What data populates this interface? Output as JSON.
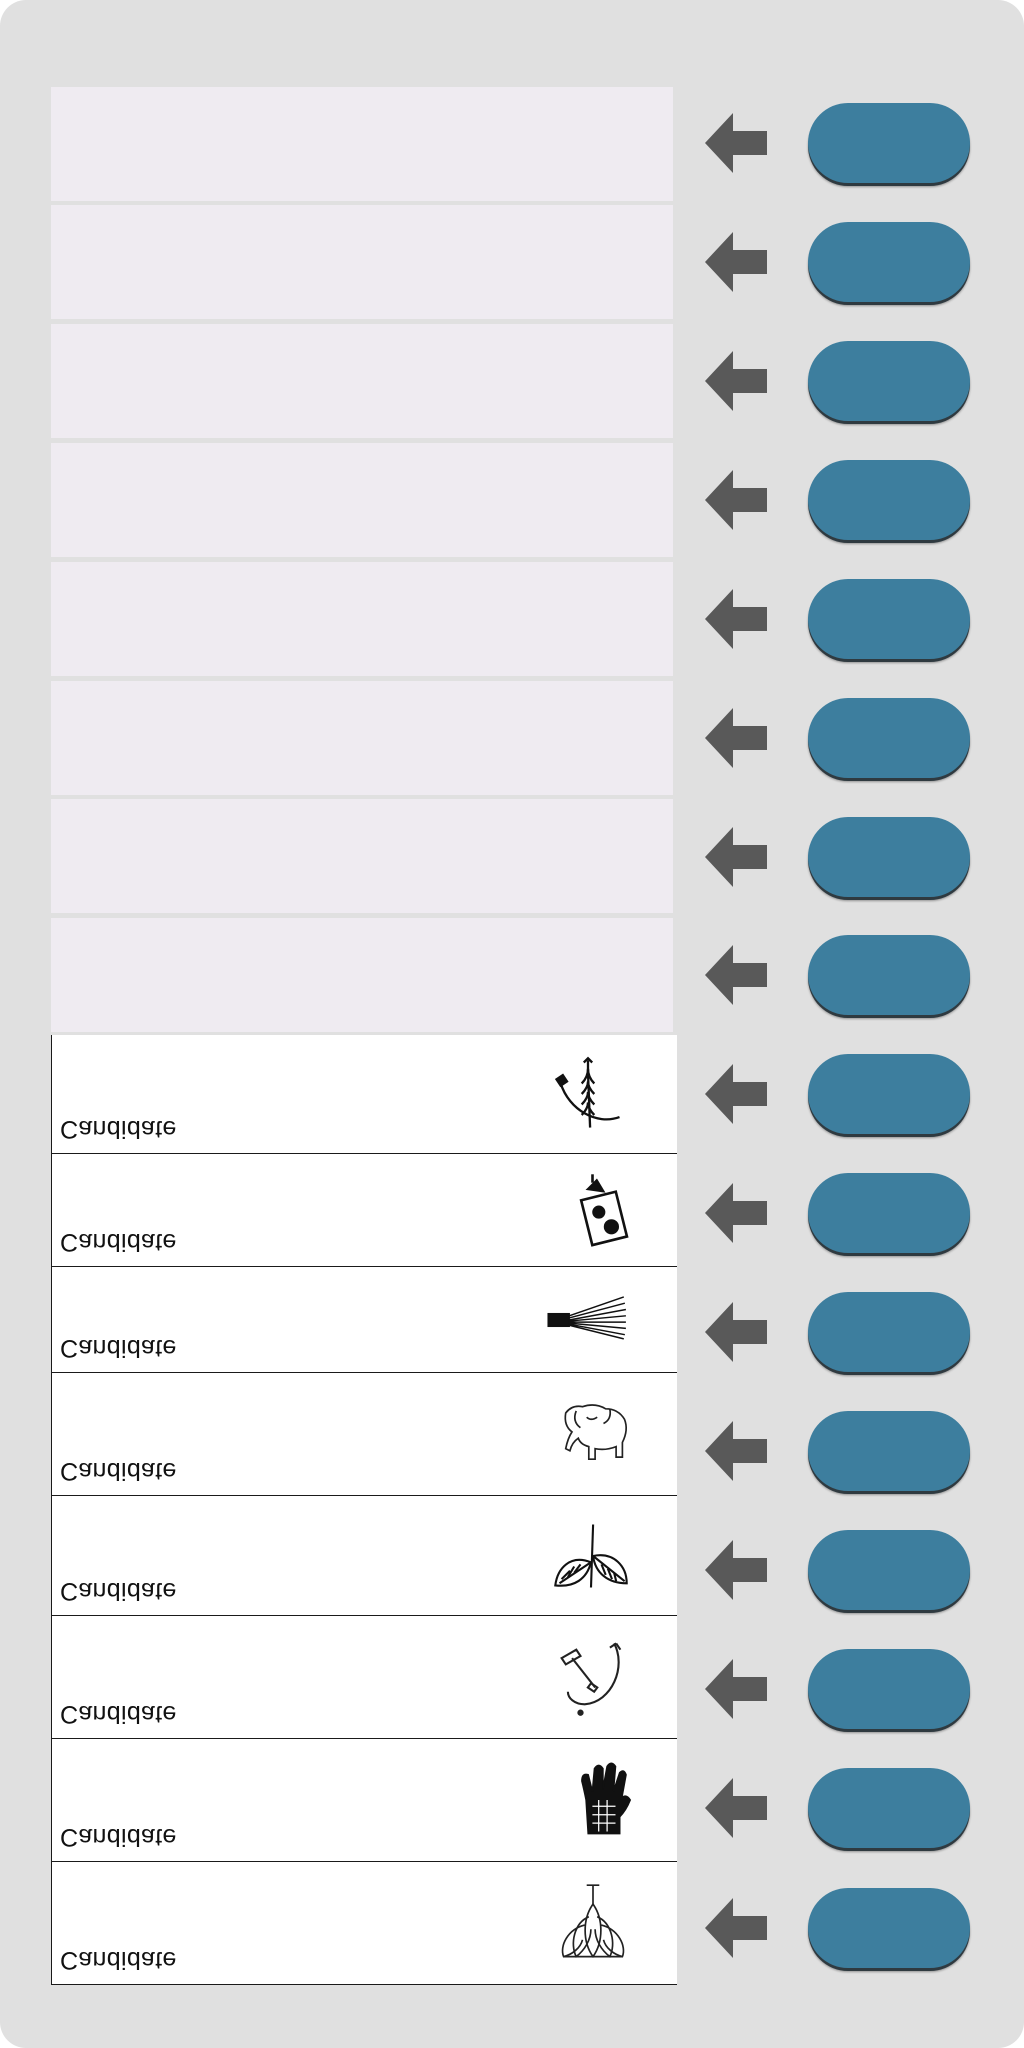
{
  "ballot": {
    "slot_count": 16,
    "rows": [
      {
        "filled": false,
        "label": "",
        "symbol": ""
      },
      {
        "filled": false,
        "label": "",
        "symbol": ""
      },
      {
        "filled": false,
        "label": "",
        "symbol": ""
      },
      {
        "filled": false,
        "label": "",
        "symbol": ""
      },
      {
        "filled": false,
        "label": "",
        "symbol": ""
      },
      {
        "filled": false,
        "label": "",
        "symbol": ""
      },
      {
        "filled": false,
        "label": "",
        "symbol": ""
      },
      {
        "filled": false,
        "label": "",
        "symbol": ""
      },
      {
        "filled": true,
        "label": "Candidate",
        "symbol": "sickle-wheat-icon"
      },
      {
        "filled": true,
        "label": "Candidate",
        "symbol": "spinning-top-board-icon"
      },
      {
        "filled": true,
        "label": "Candidate",
        "symbol": "broom-icon"
      },
      {
        "filled": true,
        "label": "Candidate",
        "symbol": "elephant-icon"
      },
      {
        "filled": true,
        "label": "Candidate",
        "symbol": "two-leaves-icon"
      },
      {
        "filled": true,
        "label": "Candidate",
        "symbol": "hammer-sickle-icon"
      },
      {
        "filled": true,
        "label": "Candidate",
        "symbol": "hand-icon"
      },
      {
        "filled": true,
        "label": "Candidate",
        "symbol": "lotus-icon"
      }
    ]
  },
  "colors": {
    "machine_bg": "#e0e0e0",
    "empty_panel": "#efebf1",
    "button": "#3d7e9e",
    "arrow": "#595959"
  },
  "icons": {
    "arrow": "arrow-left-icon"
  }
}
